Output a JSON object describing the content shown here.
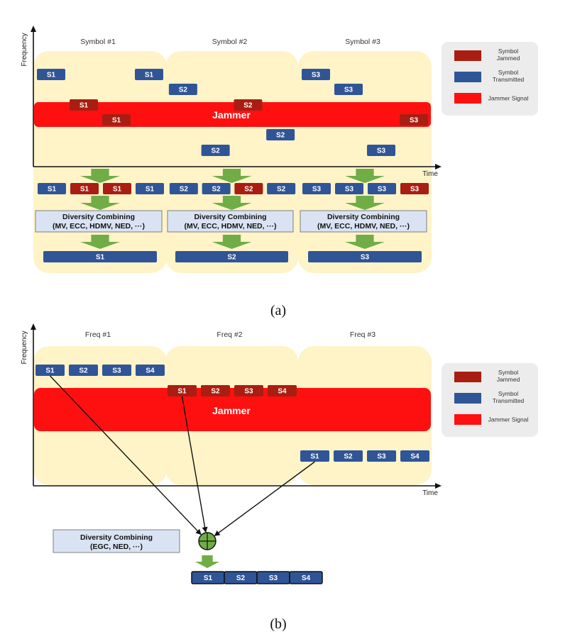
{
  "colors": {
    "panel": "#fff3c8",
    "jammed": "#a81e12",
    "transmitted": "#2f5597",
    "jammer": "#ff1010",
    "arrow": "#70ad47",
    "combo_box": "#dae3f3",
    "legend_bg": "#ececec"
  },
  "legend": {
    "jammed": "Symbol\nJammed",
    "transmitted": "Symbol\nTransmitted",
    "jammer": "Jammer Signal"
  },
  "diagram_a": {
    "caption": "(a)",
    "y_axis": "Frequency",
    "x_axis": "Time",
    "jammer": "Jammer",
    "columns": [
      {
        "title": "Symbol #1",
        "symbols": [
          {
            "label": "S1",
            "jammed": false,
            "row": 0
          },
          {
            "label": "S1",
            "jammed": true,
            "row": 2
          },
          {
            "label": "S1",
            "jammed": true,
            "row": 3
          },
          {
            "label": "S1",
            "jammed": false,
            "row": 0
          }
        ],
        "received": [
          {
            "label": "S1",
            "jammed": false
          },
          {
            "label": "S1",
            "jammed": true
          },
          {
            "label": "S1",
            "jammed": true
          },
          {
            "label": "S1",
            "jammed": false
          }
        ],
        "combining": "Diversity Combining\n(MV, ECC, HDMV, NED, ···)",
        "output": "S1"
      },
      {
        "title": "Symbol #2",
        "symbols": [
          {
            "label": "S2",
            "jammed": false,
            "row": 1
          },
          {
            "label": "S2",
            "jammed": false,
            "row": 5
          },
          {
            "label": "S2",
            "jammed": true,
            "row": 2
          },
          {
            "label": "S2",
            "jammed": false,
            "row": 4
          }
        ],
        "received": [
          {
            "label": "S2",
            "jammed": false
          },
          {
            "label": "S2",
            "jammed": false
          },
          {
            "label": "S2",
            "jammed": true
          },
          {
            "label": "S2",
            "jammed": false
          }
        ],
        "combining": "Diversity Combining\n(MV, ECC, HDMV, NED, ···)",
        "output": "S2"
      },
      {
        "title": "Symbol #3",
        "symbols": [
          {
            "label": "S3",
            "jammed": false,
            "row": 0
          },
          {
            "label": "S3",
            "jammed": false,
            "row": 1
          },
          {
            "label": "S3",
            "jammed": false,
            "row": 5
          },
          {
            "label": "S3",
            "jammed": true,
            "row": 3
          }
        ],
        "received": [
          {
            "label": "S3",
            "jammed": false
          },
          {
            "label": "S3",
            "jammed": false
          },
          {
            "label": "S3",
            "jammed": false
          },
          {
            "label": "S3",
            "jammed": true
          }
        ],
        "combining": "Diversity Combining\n(MV, ECC, HDMV, NED, ···)",
        "output": "S3"
      }
    ]
  },
  "diagram_b": {
    "caption": "(b)",
    "y_axis": "Frequency",
    "x_axis": "Time",
    "jammer": "Jammer",
    "columns": [
      {
        "title": "Freq #1",
        "jammed": false,
        "symbols": [
          "S1",
          "S2",
          "S3",
          "S4"
        ]
      },
      {
        "title": "Freq #2",
        "jammed": true,
        "symbols": [
          "S1",
          "S2",
          "S3",
          "S4"
        ]
      },
      {
        "title": "Freq #3",
        "jammed": false,
        "symbols": [
          "S1",
          "S2",
          "S3",
          "S4"
        ]
      }
    ],
    "combining": "Diversity Combining\n(EGC, NED, ···)",
    "output": [
      "S1",
      "S2",
      "S3",
      "S4"
    ]
  }
}
